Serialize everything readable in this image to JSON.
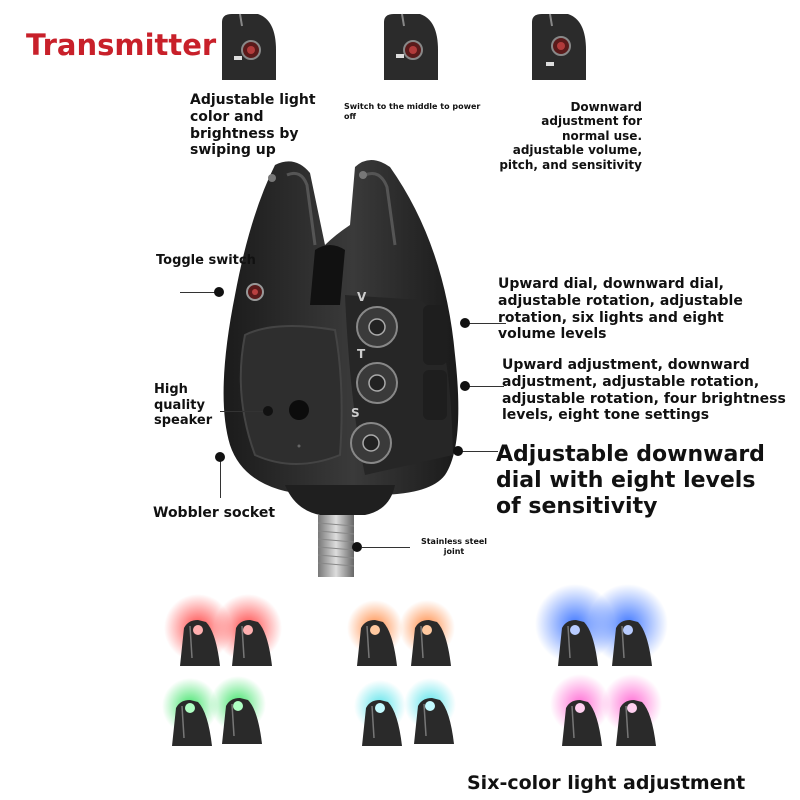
{
  "title": "Transmitter",
  "top_labels": {
    "swipe_up": "Adjustable light color and brightness by swiping up",
    "middle": "Switch to the middle to power off",
    "downward": "Downward adjustment for normal use. adjustable volume, pitch, and sensitivity"
  },
  "callouts": {
    "toggle": "Toggle switch",
    "speaker": "High quality speaker",
    "wobbler": "Wobbler socket",
    "steel": "Stainless steel joint",
    "volume_dial": "Upward dial, downward dial, adjustable rotation, adjustable rotation, six lights and eight volume levels",
    "tone_dial": "Upward adjustment, downward adjustment, adjustable rotation, adjustable rotation, four brightness levels, eight tone settings",
    "sensitivity_dial": "Adjustable downward dial with eight levels of sensitivity"
  },
  "dial_letters": {
    "v": "V",
    "t": "T",
    "s": "S"
  },
  "light_colors": {
    "red": "#ff3030",
    "orange": "#ff7a2a",
    "blue": "#2f6bff",
    "green": "#2ce05a",
    "cyan": "#49e0e8",
    "pink": "#ff5fd0"
  },
  "bottom_caption": "Six-color light adjustment"
}
